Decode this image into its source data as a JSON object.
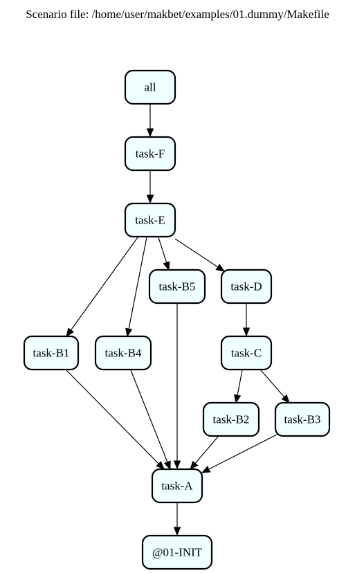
{
  "caption": "Scenario file: /home/user/makbet/examples/01.dummy/Makefile",
  "colors": {
    "node_fill": "#f0ffff",
    "node_stroke": "#000000",
    "edge": "#000000"
  },
  "graph": {
    "nodes": [
      {
        "id": "all",
        "label": "all"
      },
      {
        "id": "task-F",
        "label": "task-F"
      },
      {
        "id": "task-E",
        "label": "task-E"
      },
      {
        "id": "task-B5",
        "label": "task-B5"
      },
      {
        "id": "task-D",
        "label": "task-D"
      },
      {
        "id": "task-B1",
        "label": "task-B1"
      },
      {
        "id": "task-B4",
        "label": "task-B4"
      },
      {
        "id": "task-C",
        "label": "task-C"
      },
      {
        "id": "task-B2",
        "label": "task-B2"
      },
      {
        "id": "task-B3",
        "label": "task-B3"
      },
      {
        "id": "task-A",
        "label": "task-A"
      },
      {
        "id": "@01-INIT",
        "label": "@01-INIT"
      }
    ],
    "edges": [
      {
        "from": "all",
        "to": "task-F"
      },
      {
        "from": "task-F",
        "to": "task-E"
      },
      {
        "from": "task-E",
        "to": "task-B1"
      },
      {
        "from": "task-E",
        "to": "task-B4"
      },
      {
        "from": "task-E",
        "to": "task-B5"
      },
      {
        "from": "task-E",
        "to": "task-D"
      },
      {
        "from": "task-D",
        "to": "task-C"
      },
      {
        "from": "task-C",
        "to": "task-B2"
      },
      {
        "from": "task-C",
        "to": "task-B3"
      },
      {
        "from": "task-B1",
        "to": "task-A"
      },
      {
        "from": "task-B4",
        "to": "task-A"
      },
      {
        "from": "task-B5",
        "to": "task-A"
      },
      {
        "from": "task-B2",
        "to": "task-A"
      },
      {
        "from": "task-B3",
        "to": "task-A"
      },
      {
        "from": "task-A",
        "to": "@01-INIT"
      }
    ]
  }
}
